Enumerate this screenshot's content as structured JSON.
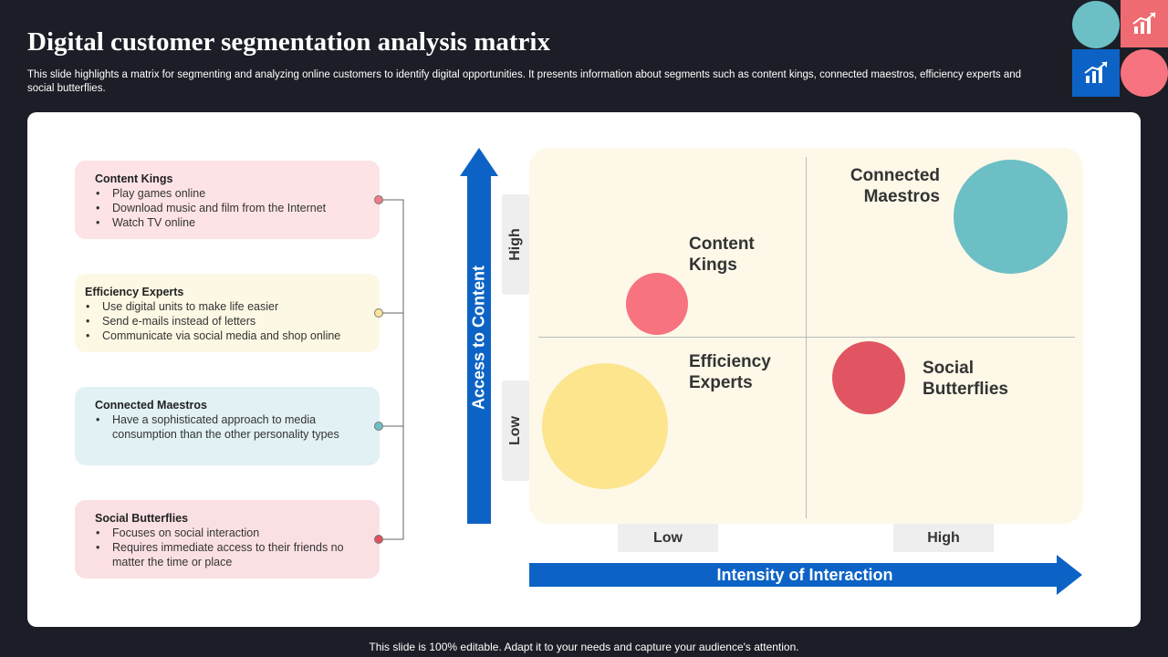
{
  "header": {
    "title": "Digital customer segmentation analysis matrix",
    "subtitle": "This slide highlights a matrix for segmenting and analyzing online customers to identify digital opportunities. It presents information about segments such as content kings, connected maestros, efficiency experts and social butterflies."
  },
  "decor": {
    "icon_1": "growth-chart-icon",
    "icon_2": "growth-chart-icon",
    "colors": {
      "teal": "#6bbfc5",
      "coral": "#ee6b72",
      "pink": "#f7737f",
      "blue": "#0d63c5"
    }
  },
  "segments": [
    {
      "title": "Content Kings",
      "bullets": [
        "Play games online",
        "Download  music and film from the Internet",
        "Watch TV online"
      ],
      "bg": "#fde3e6",
      "dot": "#f07b85"
    },
    {
      "title": "Efficiency Experts",
      "bullets": [
        "Use digital units to make life easier",
        "Send e-mails instead of letters",
        "Communicate via social media and shop online"
      ],
      "bg": "#fdf8e4",
      "dot": "#fbe49a"
    },
    {
      "title": "Connected Maestros",
      "bullets": [
        "Have  a sophisticated approach to media consumption than the other personality types"
      ],
      "bg": "#e1f1f4",
      "dot": "#6bbfc5"
    },
    {
      "title": "Social Butterflies",
      "bullets": [
        "Focuses on social interaction",
        "Requires  immediate access to their friends no matter the time or place"
      ],
      "bg": "#fbe0e3",
      "dot": "#e04f5e"
    }
  ],
  "matrix": {
    "y_axis": {
      "label": "Access to Content",
      "high": "High",
      "low": "Low"
    },
    "x_axis": {
      "label": "Intensity of Interaction",
      "low": "Low",
      "high": "High"
    },
    "quadrants": {
      "content_kings": "Content Kings",
      "connected_maestros": "Connected Maestros",
      "efficiency_experts": "Efficiency Experts",
      "social_butterflies": "Social Butterflies"
    },
    "colors": {
      "content_kings": "#f7737f",
      "connected_maestros": "#6bbfc5",
      "efficiency_experts": "#fde58e",
      "social_butterflies": "#e05561",
      "arrow": "#0d63c5",
      "matrix_bg": "#fdf8e8"
    }
  },
  "footer": "This slide is 100% editable. Adapt it to your needs and capture your audience's attention."
}
